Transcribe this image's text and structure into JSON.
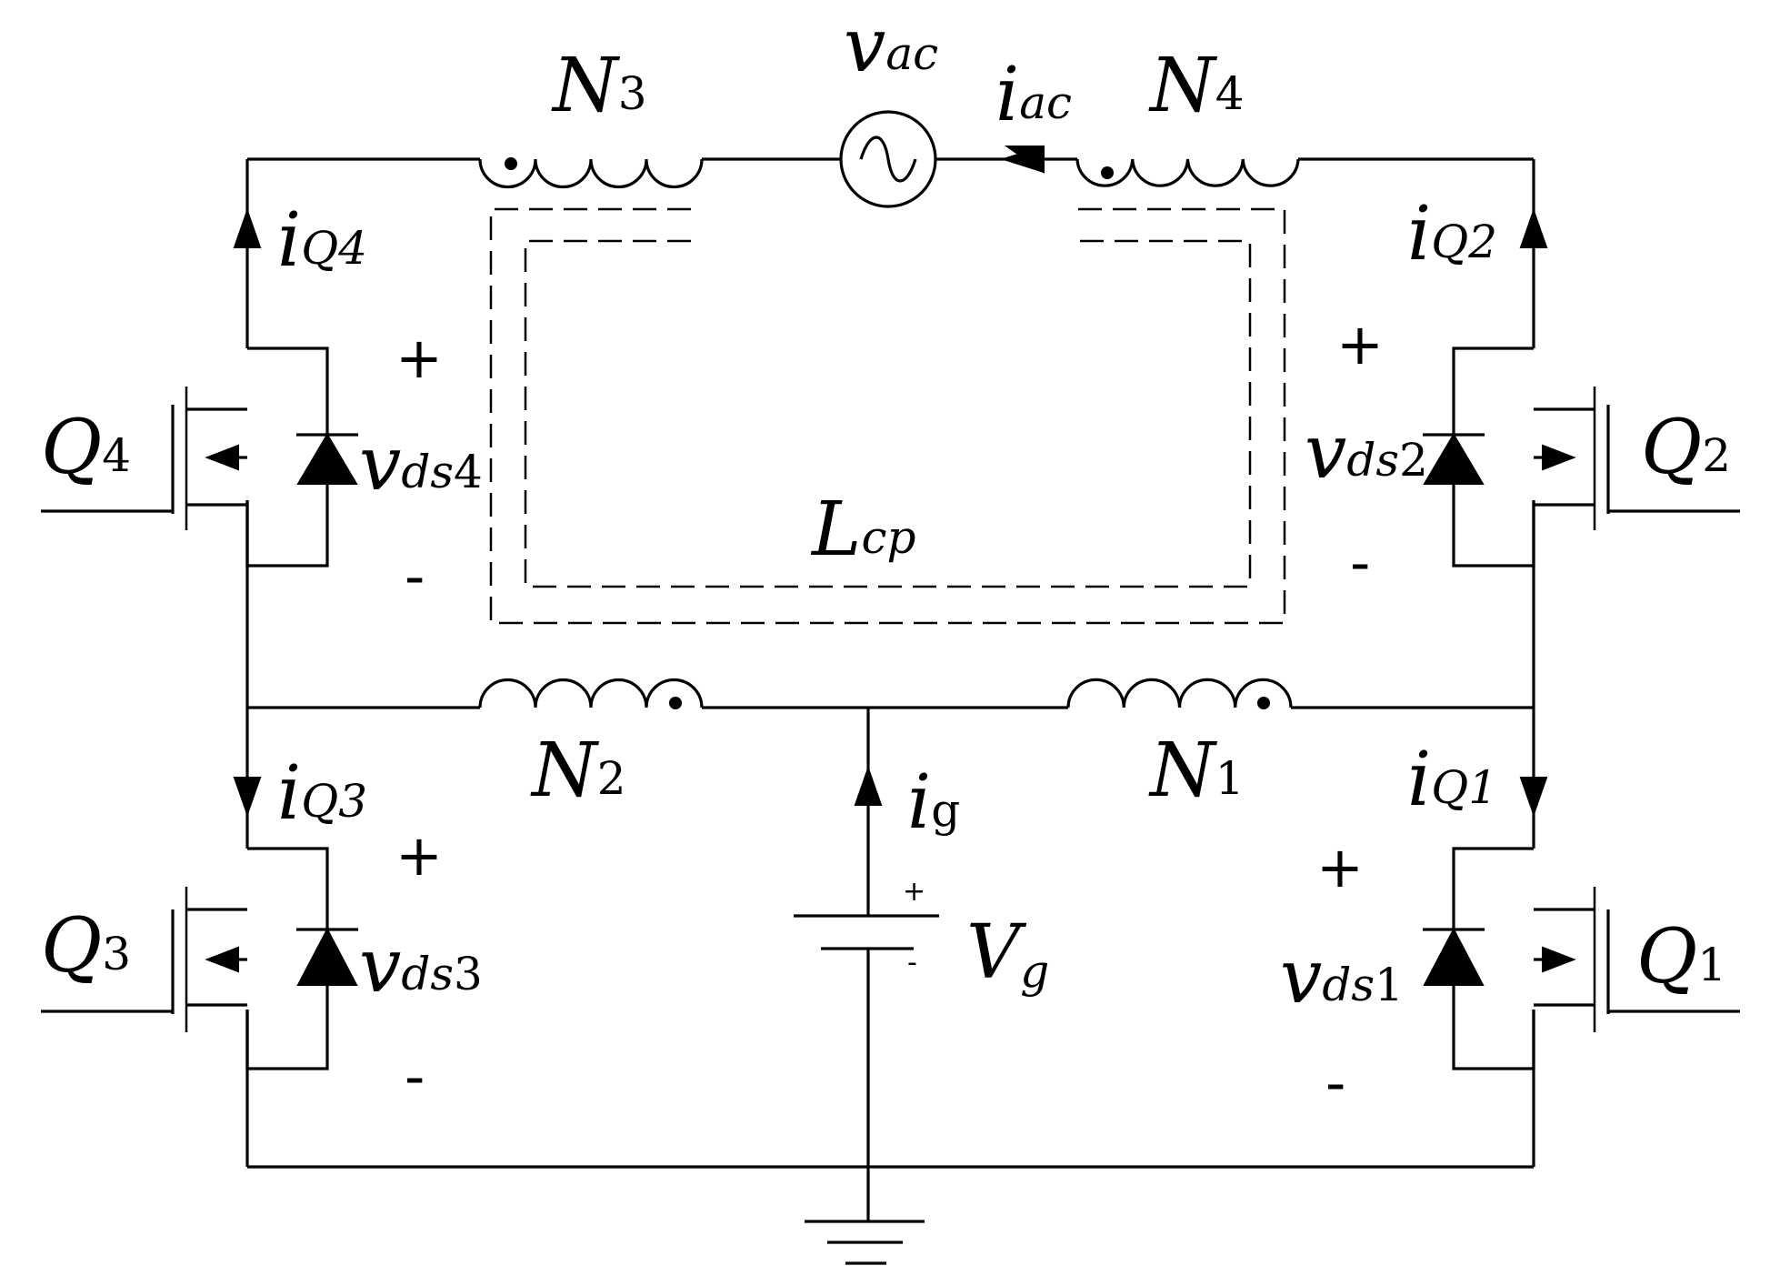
{
  "labels": {
    "n3": {
      "main": "N",
      "sub": "3"
    },
    "n4": {
      "main": "N",
      "sub": "4"
    },
    "n2": {
      "main": "N",
      "sub": "2"
    },
    "n1": {
      "main": "N",
      "sub": "1"
    },
    "vac": {
      "main": "v",
      "sub": "ac"
    },
    "iac": {
      "main": "i",
      "sub": "ac"
    },
    "lcp": {
      "main": "L",
      "sub": "cp"
    },
    "ig": {
      "main": "i",
      "sub": "g"
    },
    "vg": {
      "main": "V",
      "sub": "g"
    },
    "iq4": {
      "main": "i",
      "sub": "Q4"
    },
    "iq2": {
      "main": "i",
      "sub": "Q2"
    },
    "iq3": {
      "main": "i",
      "sub": "Q3"
    },
    "iq1": {
      "main": "i",
      "sub": "Q1"
    },
    "q4": {
      "main": "Q",
      "sub": "4"
    },
    "q2": {
      "main": "Q",
      "sub": "2"
    },
    "q3": {
      "main": "Q",
      "sub": "3"
    },
    "q1": {
      "main": "Q",
      "sub": "1"
    },
    "vds4": {
      "main": "v",
      "sub": "ds",
      "num": "4"
    },
    "vds2": {
      "main": "v",
      "sub": "ds",
      "num": "2"
    },
    "vds3": {
      "main": "v",
      "sub": "ds",
      "num": "3"
    },
    "vds1": {
      "main": "v",
      "sub": "ds",
      "num": "1"
    }
  },
  "polarity": {
    "plus": "+",
    "minus": "-"
  }
}
